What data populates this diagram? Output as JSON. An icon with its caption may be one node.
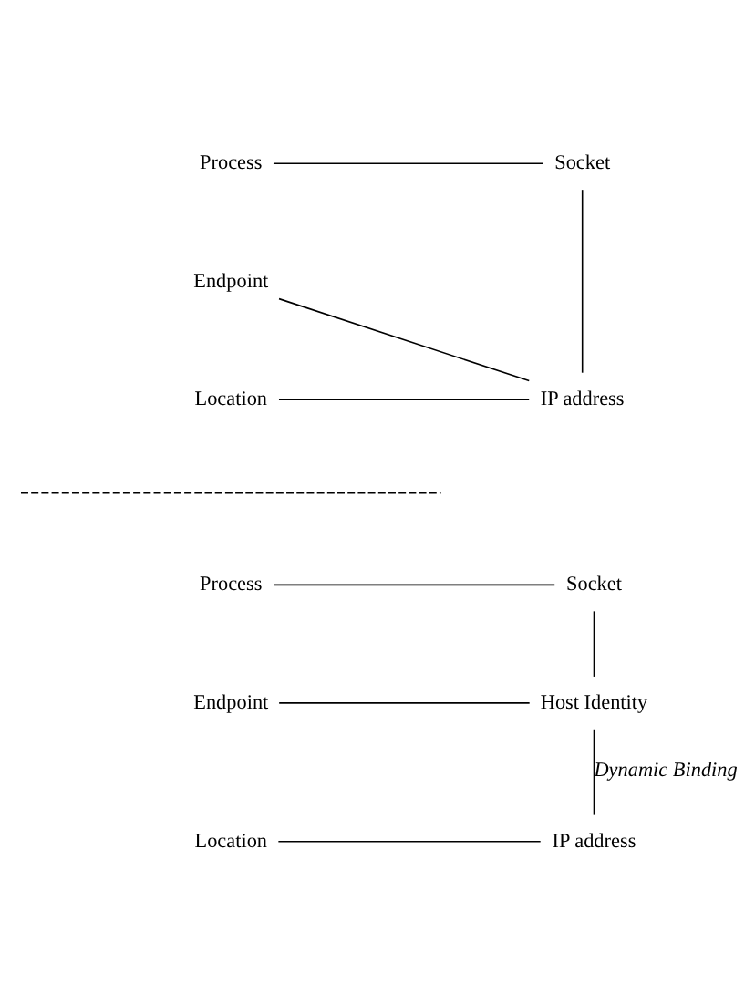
{
  "diagram": {
    "nodes": [
      {
        "text": [
          "Process"
        ]
      },
      {
        "text": [
          "Socket"
        ]
      },
      {
        "text": [
          "Endpoint"
        ]
      },
      {
        "text": [
          "Location"
        ]
      },
      {
        "text": [
          "IP address"
        ]
      },
      {
        "text": [
          "Process"
        ]
      },
      {
        "text": [
          "Socket"
        ]
      },
      {
        "text": [
          "Endpoint"
        ]
      },
      {
        "text": [
          "Host Identity"
        ]
      },
      {
        "text": [
          "Location"
        ]
      },
      {
        "text": [
          "IP address"
        ]
      }
    ],
    "edges": [
      {
        "from": 0,
        "to": 1,
        "arrow": "none"
      },
      {
        "from": 1,
        "to": 4,
        "arrow": "none"
      },
      {
        "from": 2,
        "to": 4,
        "arrow": "none"
      },
      {
        "from": 3,
        "to": 4,
        "arrow": "none"
      },
      {
        "from": 5,
        "to": 6,
        "arrow": "none"
      },
      {
        "from": 6,
        "to": 8,
        "arrow": "none"
      },
      {
        "from": 7,
        "to": 8,
        "arrow": "none"
      },
      {
        "from": 8,
        "to": 10,
        "arrow": "none",
        "label": "Dynamic Binding"
      },
      {
        "from": 9,
        "to": 10,
        "arrow": "none"
      }
    ]
  }
}
